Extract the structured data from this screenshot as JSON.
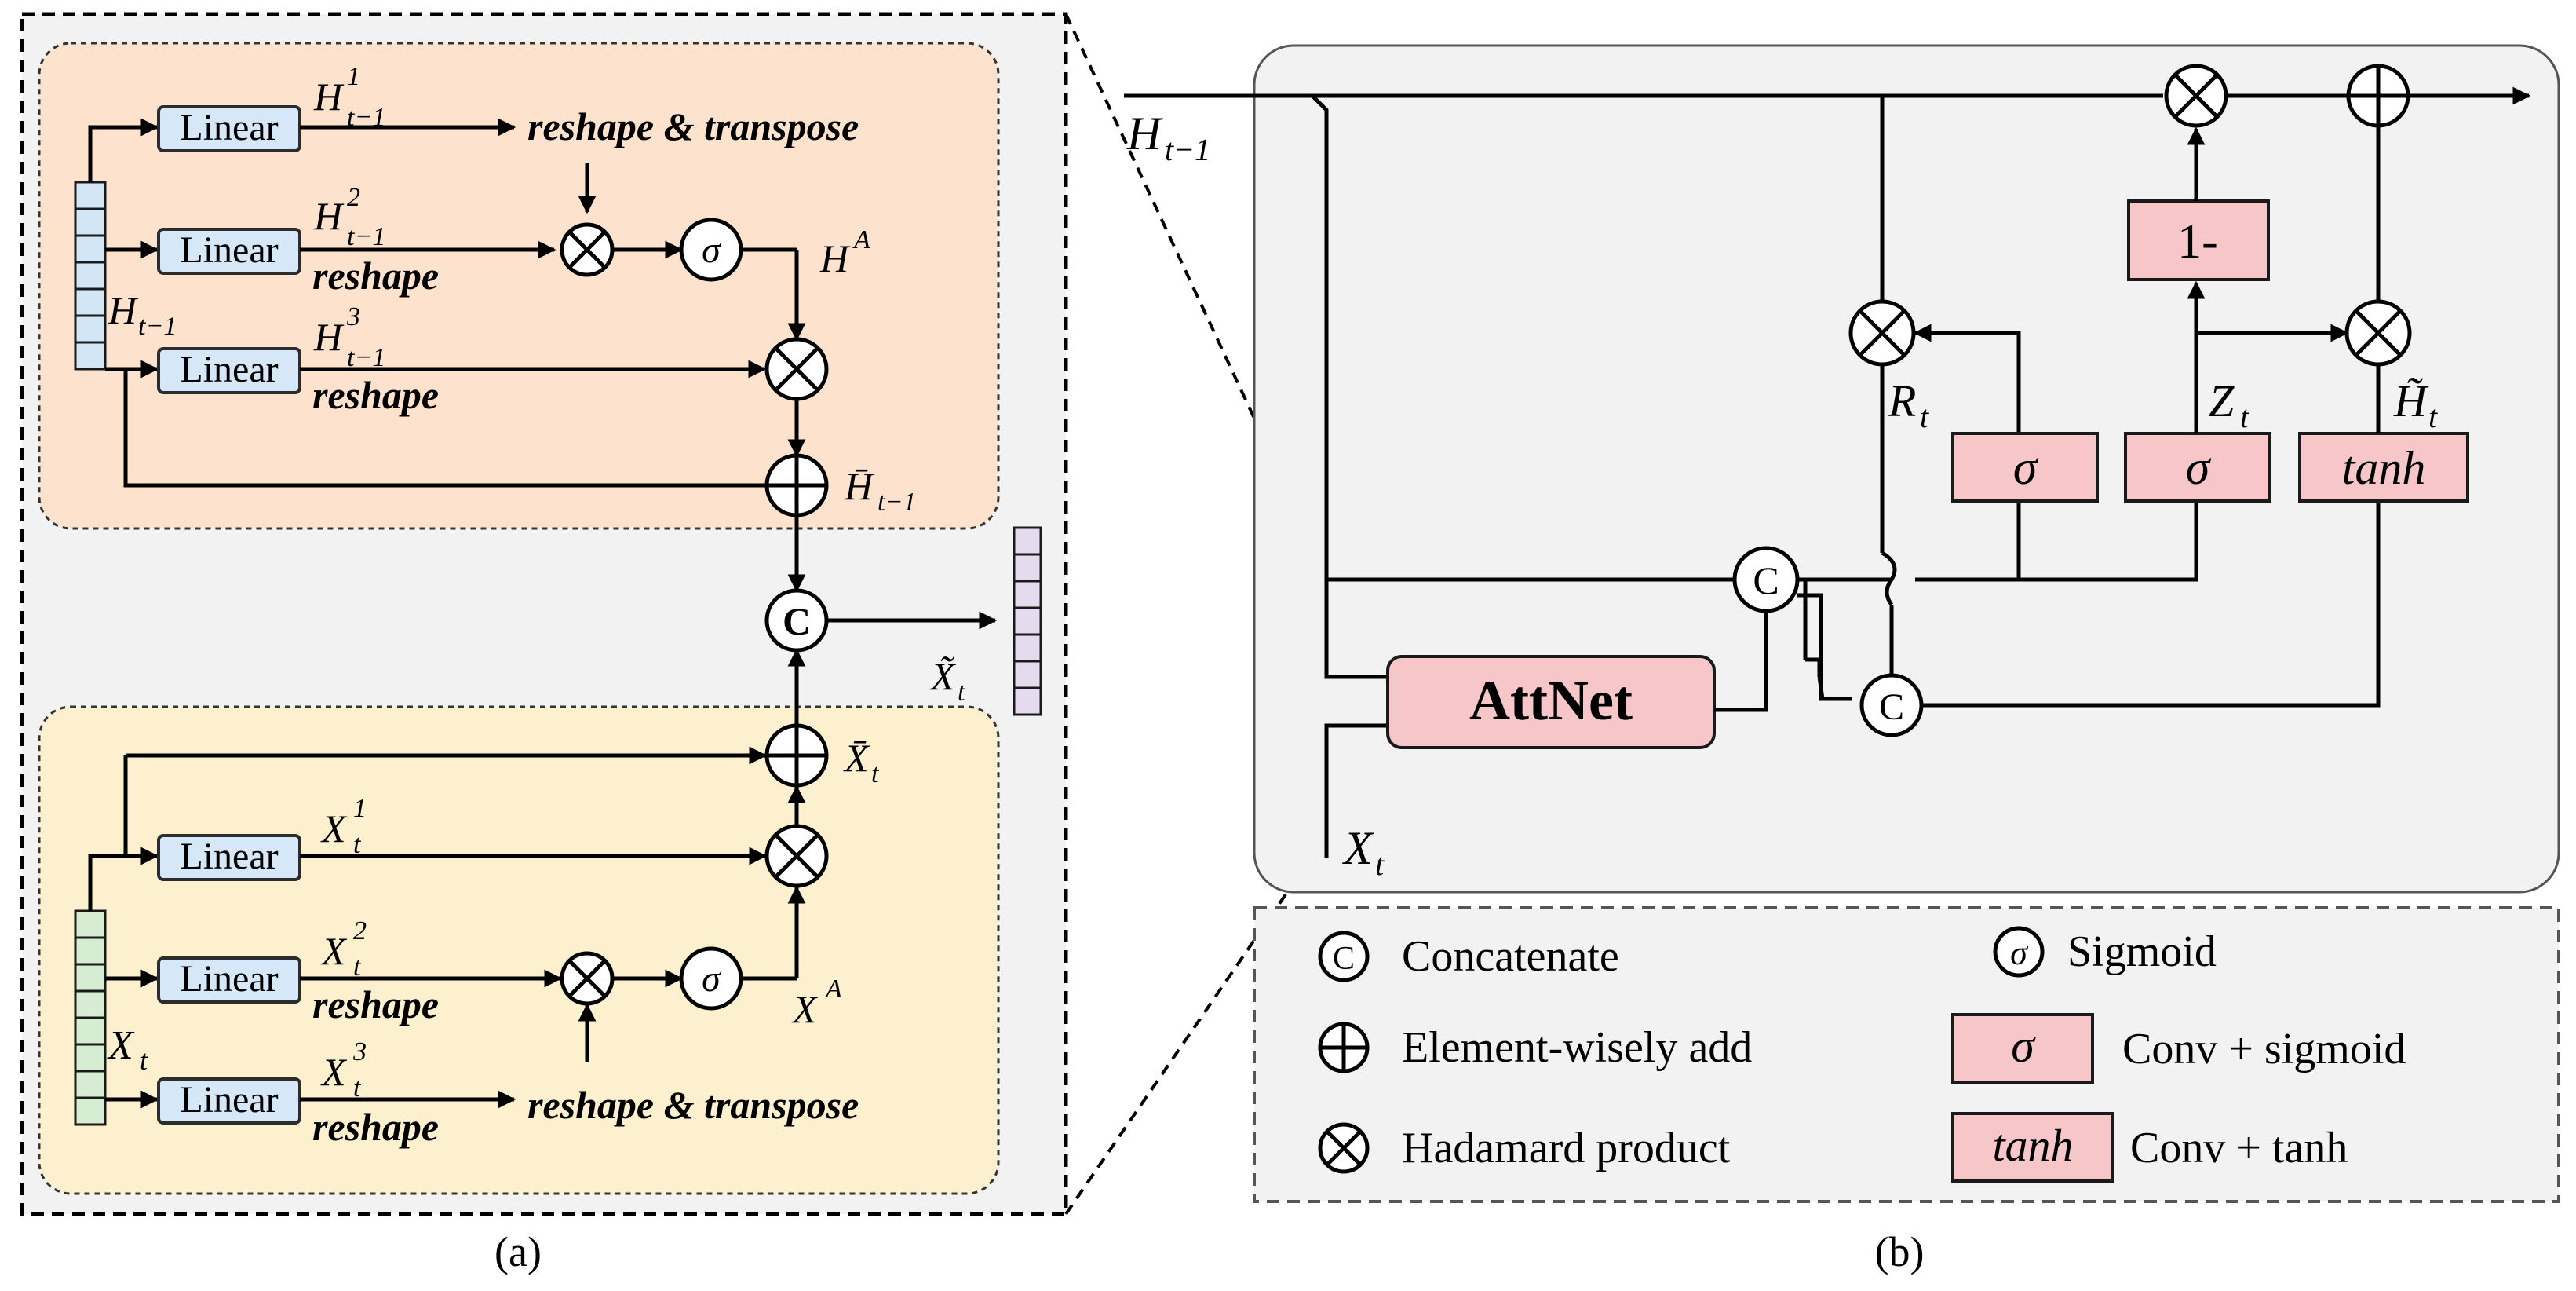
{
  "panel_a": {
    "caption": "(a)",
    "linear_label": "Linear",
    "h_branch": {
      "input_base": "H",
      "input_sub": "t−1",
      "h1_base": "H",
      "h1_sub": "t−1",
      "h1_sup": "1",
      "h2_base": "H",
      "h2_sub": "t−1",
      "h2_sup": "2",
      "h3_base": "H",
      "h3_sub": "t−1",
      "h3_sup": "3",
      "op_reshape_transpose": "reshape & transpose",
      "op_reshape_2": "reshape",
      "op_reshape_3": "reshape",
      "attention_base": "H",
      "attention_sup": "A",
      "sum_base": "H̄",
      "sum_sub": "t−1"
    },
    "x_branch": {
      "input_base": "X",
      "input_sub": "t",
      "x1_base": "X",
      "x1_sub": "t",
      "x1_sup": "1",
      "x2_base": "X",
      "x2_sub": "t",
      "x2_sup": "2",
      "x3_base": "X",
      "x3_sub": "t",
      "x3_sup": "3",
      "op_reshape_2": "reshape",
      "op_reshape_3": "reshape",
      "op_reshape_transpose": "reshape & transpose",
      "attention_base": "X",
      "attention_sup": "A",
      "sum_base": "X̄",
      "sum_sub": "t"
    },
    "output_base": "X̃",
    "output_sub": "t",
    "sigma_symbol": "σ",
    "concat_symbol": "C"
  },
  "panel_b": {
    "caption": "(b)",
    "h_in_base": "H",
    "h_in_sub": "t−1",
    "x_in_base": "X",
    "x_in_sub": "t",
    "attnet_label": "AttNet",
    "one_minus_label": "1-",
    "sigma_symbol": "σ",
    "tanh_label": "tanh",
    "concat_symbol": "C",
    "r_base": "R",
    "r_sub": "t",
    "z_base": "Z",
    "z_sub": "t",
    "hh_base": "H̃",
    "hh_sub": "t"
  },
  "legend": {
    "concat_symbol": "C",
    "concat_label": "Concatenate",
    "sigmoid_symbol": "σ",
    "sigmoid_label": "Sigmoid",
    "add_label": "Element-wisely add",
    "conv_sigma_symbol": "σ",
    "conv_sigma_label": "Conv + sigmoid",
    "hadamard_label": "Hadamard product",
    "conv_tanh_symbol": "tanh",
    "conv_tanh_label": "Conv + tanh"
  },
  "colors": {
    "h_block_fill": "#fde3cd",
    "x_block_fill": "#fdf0cf",
    "panel_bg": "#f2f2f2",
    "linear_fill": "#d6e7f7",
    "pink_fill": "#f6c6c8",
    "attnet_text": "#e0141e"
  }
}
